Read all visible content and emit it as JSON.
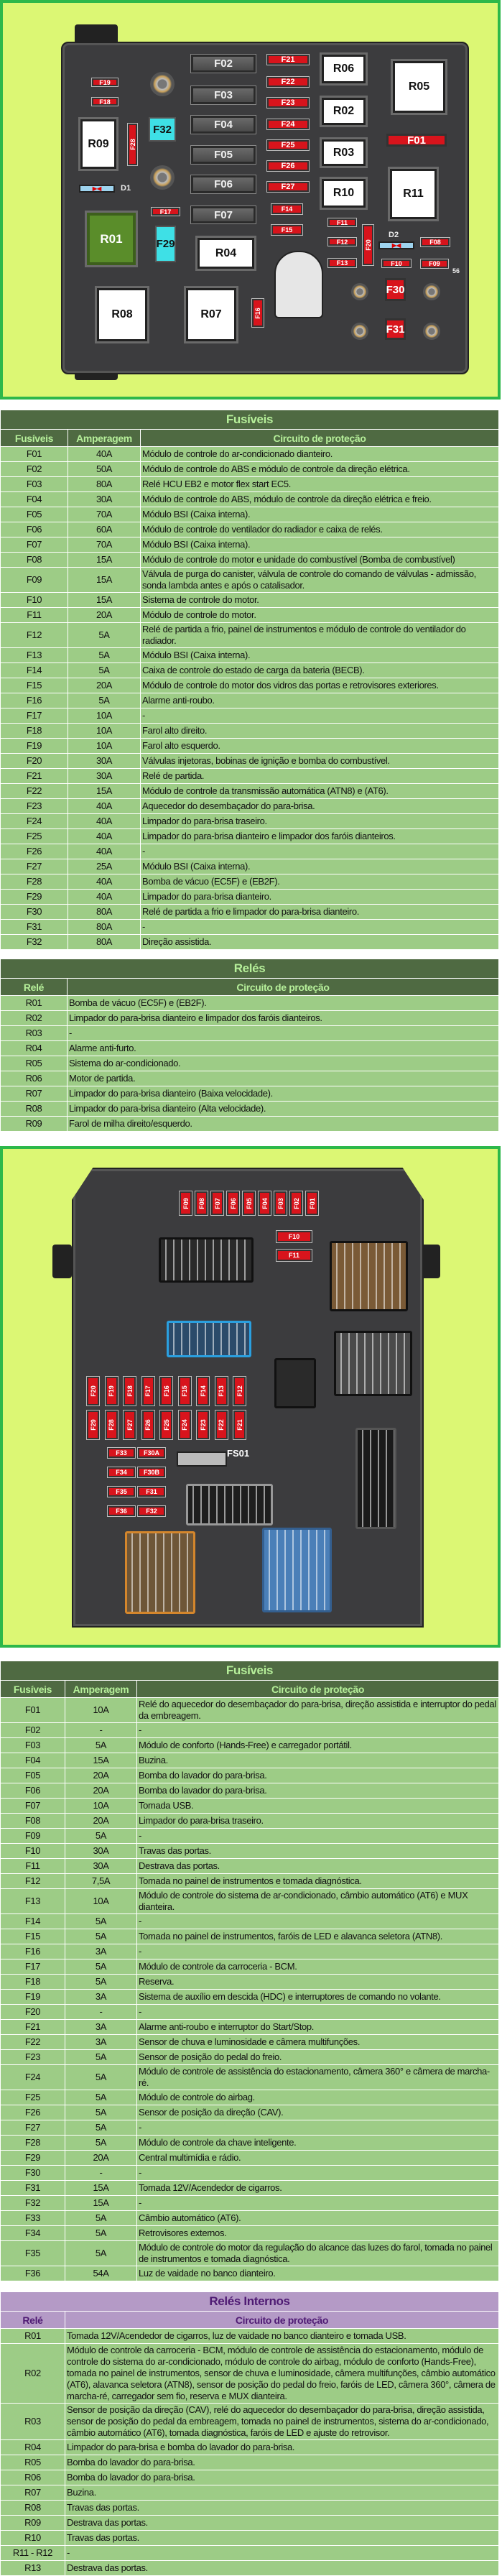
{
  "diagram1": {
    "components": [
      "F02",
      "F03",
      "F04",
      "F05",
      "F06",
      "F07",
      "F21",
      "F22",
      "F23",
      "F24",
      "F25",
      "F26",
      "F27",
      "R06",
      "R02",
      "R03",
      "R10",
      "R05",
      "F01",
      "R11",
      "R09",
      "F19",
      "F18",
      "F28",
      "F32",
      "D1",
      "F17",
      "R01",
      "F29",
      "R04",
      "F14",
      "F15",
      "F11",
      "F12",
      "F13",
      "F20",
      "D2",
      "F08",
      "F10",
      "F09",
      "F30",
      "F31",
      "R08",
      "R07",
      "F16"
    ],
    "marker": "56"
  },
  "fuses_table_1": {
    "title": "Fusíveis",
    "headers": [
      "Fusíveis",
      "Amperagem",
      "Circuito de proteção"
    ],
    "rows": [
      [
        "F01",
        "40A",
        "Módulo de controle do ar-condicionado dianteiro."
      ],
      [
        "F02",
        "50A",
        "Módulo de controle do ABS e módulo de controle da direção elétrica."
      ],
      [
        "F03",
        "80A",
        "Relé HCU EB2 e motor flex start EC5."
      ],
      [
        "F04",
        "30A",
        "Módulo de controle do ABS, módulo de controle da direção elétrica e freio."
      ],
      [
        "F05",
        "70A",
        "Módulo BSI (Caixa interna)."
      ],
      [
        "F06",
        "60A",
        "Módulo de controle do ventilador do radiador e caixa de relés."
      ],
      [
        "F07",
        "70A",
        "Módulo BSI (Caixa interna)."
      ],
      [
        "F08",
        "15A",
        "Módulo de controle do motor e unidade do combustível (Bomba de combustível)"
      ],
      [
        "F09",
        "15A",
        "Válvula de purga do canister, válvula de controle do comando de válvulas - admissão, sonda lambda antes e após o catalisador."
      ],
      [
        "F10",
        "15A",
        "Sistema de controle do motor."
      ],
      [
        "F11",
        "20A",
        "Módulo de controle do motor."
      ],
      [
        "F12",
        "5A",
        "Relé de partida a frio, painel de instrumentos e módulo de controle do ventilador do radiador."
      ],
      [
        "F13",
        "5A",
        "Módulo BSI (Caixa interna)."
      ],
      [
        "F14",
        "5A",
        "Caixa de controle do estado de carga da bateria (BECB)."
      ],
      [
        "F15",
        "20A",
        "Módulo de controle do motor dos vidros das portas e retrovisores exteriores."
      ],
      [
        "F16",
        "5A",
        "Alarme anti-roubo."
      ],
      [
        "F17",
        "10A",
        "-"
      ],
      [
        "F18",
        "10A",
        "Farol alto direito."
      ],
      [
        "F19",
        "10A",
        "Farol alto esquerdo."
      ],
      [
        "F20",
        "30A",
        "Válvulas injetoras, bobinas de ignição e bomba do combustível."
      ],
      [
        "F21",
        "30A",
        "Relé de partida."
      ],
      [
        "F22",
        "15A",
        "Módulo de controle da transmissão automática (ATN8) e (AT6)."
      ],
      [
        "F23",
        "40A",
        "Aquecedor do desembaçador do para-brisa."
      ],
      [
        "F24",
        "40A",
        "Limpador do para-brisa traseiro."
      ],
      [
        "F25",
        "40A",
        "Limpador do para-brisa dianteiro e limpador dos faróis dianteiros."
      ],
      [
        "F26",
        "40A",
        "-"
      ],
      [
        "F27",
        "25A",
        "Módulo BSI (Caixa interna)."
      ],
      [
        "F28",
        "40A",
        "Bomba de vácuo (EC5F) e (EB2F)."
      ],
      [
        "F29",
        "40A",
        "Limpador do para-brisa dianteiro."
      ],
      [
        "F30",
        "80A",
        "Relé de partida a frio e limpador do para-brisa dianteiro."
      ],
      [
        "F31",
        "80A",
        "-"
      ],
      [
        "F32",
        "80A",
        "Direção assistida."
      ]
    ]
  },
  "relays_table_1": {
    "title": "Relés",
    "headers": [
      "Relé",
      "Circuito de proteção"
    ],
    "rows": [
      [
        "R01",
        "Bomba de vácuo (EC5F) e (EB2F)."
      ],
      [
        "R02",
        "Limpador do para-brisa dianteiro e limpador dos faróis dianteiros."
      ],
      [
        "R03",
        "-"
      ],
      [
        "R04",
        "Alarme anti-furto."
      ],
      [
        "R05",
        "Sistema do ar-condicionado."
      ],
      [
        "R06",
        "Motor de partida."
      ],
      [
        "R07",
        "Limpador do para-brisa dianteiro (Baixa velocidade)."
      ],
      [
        "R08",
        "Limpador do para-brisa dianteiro (Alta velocidade)."
      ],
      [
        "R09",
        "Farol de milha direito/esquerdo."
      ]
    ]
  },
  "diagram2": {
    "top_row": [
      "F09",
      "F08",
      "F07",
      "F06",
      "F05",
      "F04",
      "F03",
      "F02",
      "F01"
    ],
    "side": [
      "F10",
      "F11"
    ],
    "grid_row1": [
      "F20",
      "F19",
      "F18",
      "F17",
      "F16",
      "F15",
      "F14",
      "F13",
      "F12"
    ],
    "grid_row2": [
      "F29",
      "F28",
      "F27",
      "F26",
      "F25",
      "F24",
      "F23",
      "F22",
      "F21"
    ],
    "left_col": [
      "F33",
      "F34",
      "F35",
      "F36"
    ],
    "right_col": [
      "F30A",
      "F30B",
      "F31",
      "F32"
    ],
    "fs": "FS01"
  },
  "fuses_table_2": {
    "title": "Fusíveis",
    "headers": [
      "Fusíveis",
      "Amperagem",
      "Circuito de proteção"
    ],
    "rows": [
      [
        "F01",
        "10A",
        "Relé do aquecedor do desembaçador do para-brisa, direção assistida e interruptor do pedal da embreagem."
      ],
      [
        "F02",
        "-",
        "-"
      ],
      [
        "F03",
        "5A",
        "Módulo de conforto (Hands-Free) e carregador portátil."
      ],
      [
        "F04",
        "15A",
        "Buzina."
      ],
      [
        "F05",
        "20A",
        "Bomba do lavador do para-brisa."
      ],
      [
        "F06",
        "20A",
        "Bomba do lavador do para-brisa."
      ],
      [
        "F07",
        "10A",
        "Tomada USB."
      ],
      [
        "F08",
        "20A",
        "Limpador do para-brisa traseiro."
      ],
      [
        "F09",
        "5A",
        "-"
      ],
      [
        "F10",
        "30A",
        "Travas das portas."
      ],
      [
        "F11",
        "30A",
        "Destrava das portas."
      ],
      [
        "F12",
        "7,5A",
        "Tomada no painel de instrumentos e tomada diagnóstica."
      ],
      [
        "F13",
        "10A",
        "Módulo de controle do sistema de ar-condicionado, câmbio automático (AT6) e MUX dianteira."
      ],
      [
        "F14",
        "5A",
        "-"
      ],
      [
        "F15",
        "5A",
        "Tomada no painel de instrumentos, faróis de LED e alavanca seletora (ATN8)."
      ],
      [
        "F16",
        "3A",
        "-"
      ],
      [
        "F17",
        "5A",
        "Módulo de controle da carroceria - BCM."
      ],
      [
        "F18",
        "5A",
        "Reserva."
      ],
      [
        "F19",
        "3A",
        "Sistema de auxílio em descida (HDC) e interruptores de comando no volante."
      ],
      [
        "F20",
        "-",
        "-"
      ],
      [
        "F21",
        "3A",
        "Alarme anti-roubo e interruptor do Start/Stop."
      ],
      [
        "F22",
        "3A",
        "Sensor de chuva e luminosidade e câmera multifunções."
      ],
      [
        "F23",
        "5A",
        "Sensor de posição do pedal do freio."
      ],
      [
        "F24",
        "5A",
        "Módulo de controle de assistência do estacionamento, câmera 360° e câmera de marcha-ré."
      ],
      [
        "F25",
        "5A",
        "Módulo de controle do airbag."
      ],
      [
        "F26",
        "5A",
        "Sensor de posição da direção (CAV)."
      ],
      [
        "F27",
        "5A",
        "-"
      ],
      [
        "F28",
        "5A",
        "Módulo de controle da chave inteligente."
      ],
      [
        "F29",
        "20A",
        "Central multimídia e rádio."
      ],
      [
        "F30",
        "-",
        "-"
      ],
      [
        "F31",
        "15A",
        "Tomada 12V/Acendedor de cigarros."
      ],
      [
        "F32",
        "15A",
        "-"
      ],
      [
        "F33",
        "5A",
        "Câmbio automático (AT6)."
      ],
      [
        "F34",
        "5A",
        "Retrovisores externos."
      ],
      [
        "F35",
        "5A",
        "Módulo de controle do motor da regulação do alcance das luzes do farol, tomada no painel de instrumentos e tomada diagnóstica."
      ],
      [
        "F36",
        "54A",
        "Luz de vaidade no banco dianteiro."
      ]
    ]
  },
  "internal_relays_table": {
    "title": "Relés Internos",
    "headers": [
      "Relé",
      "Circuito de proteção"
    ],
    "rows": [
      [
        "R01",
        "Tomada 12V/Acendedor de cigarros, luz de vaidade no banco dianteiro e tomada USB."
      ],
      [
        "R02",
        "Módulo de controle da carroceria - BCM, módulo de controle de assistência do estacionamento, módulo de controle do sistema do ar-condicionado, módulo de controle do airbag, módulo de conforto (Hands-Free), tomada no painel de instrumentos, sensor de chuva e luminosidade, câmera multifunções, câmbio automático (AT6), alavanca seletora (ATN8), sensor de posição do pedal do freio, faróis de LED, câmera 360°, câmera de marcha-ré, carregador sem fio, reserva e MUX dianteira."
      ],
      [
        "R03",
        "Sensor de posição da direção (CAV), relé do aquecedor do desembaçador do para-brisa, direção assistida, sensor de posição do pedal da embreagem, tomada no painel de instrumentos, sistema do ar-condicionado, câmbio automático (AT6), tomada diagnóstica, faróis de LED e ajuste do retrovisor."
      ],
      [
        "R04",
        "Limpador do para-brisa e bomba do lavador do para-brisa."
      ],
      [
        "R05",
        "Bomba do lavador do para-brisa."
      ],
      [
        "R06",
        "Bomba do lavador do para-brisa."
      ],
      [
        "R07",
        "Buzina."
      ],
      [
        "R08",
        "Travas das portas."
      ],
      [
        "R09",
        "Destrava das portas."
      ],
      [
        "R10",
        "Travas das portas."
      ],
      [
        "R11 - R12",
        "-"
      ],
      [
        "R13",
        "Destrava das portas."
      ]
    ]
  }
}
